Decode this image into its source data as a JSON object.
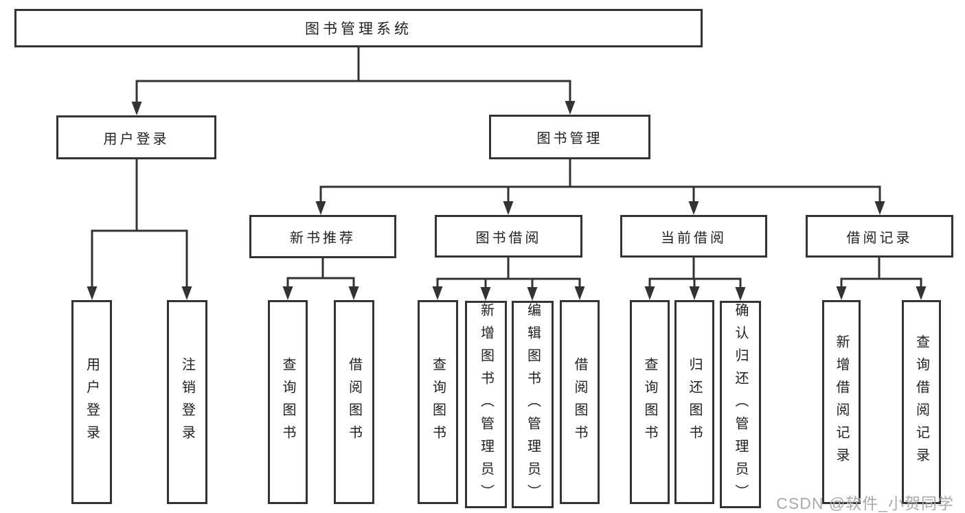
{
  "diagram": {
    "title": "图书管理系统",
    "root": {
      "label": "图书管理系统"
    },
    "level2": [
      {
        "label": "用户登录"
      },
      {
        "label": "图书管理"
      }
    ],
    "level3": [
      {
        "label": "新书推荐"
      },
      {
        "label": "图书借阅"
      },
      {
        "label": "当前借阅"
      },
      {
        "label": "借阅记录"
      }
    ],
    "leaves": {
      "user_login": [
        {
          "label": "用户登录"
        },
        {
          "label": "注销登录"
        }
      ],
      "new_book": [
        {
          "label": "查询图书"
        },
        {
          "label": "借阅图书"
        }
      ],
      "book_borrow": [
        {
          "label": "查询图书"
        },
        {
          "label": "新增图书（管理员）"
        },
        {
          "label": "编辑图书（管理员）"
        },
        {
          "label": "借阅图书"
        }
      ],
      "current_borrow": [
        {
          "label": "查询图书"
        },
        {
          "label": "归还图书"
        },
        {
          "label": "确认归还（管理员）"
        }
      ],
      "borrow_record": [
        {
          "label": "新增借阅记录"
        },
        {
          "label": "查询借阅记录"
        }
      ]
    }
  },
  "watermark": {
    "text": "CSDN @软件_小贺同学"
  },
  "colors": {
    "line": "#333333",
    "box_border": "#333333",
    "text": "#1f1f1f",
    "watermark": "#a9a9a9",
    "background": "#ffffff"
  }
}
